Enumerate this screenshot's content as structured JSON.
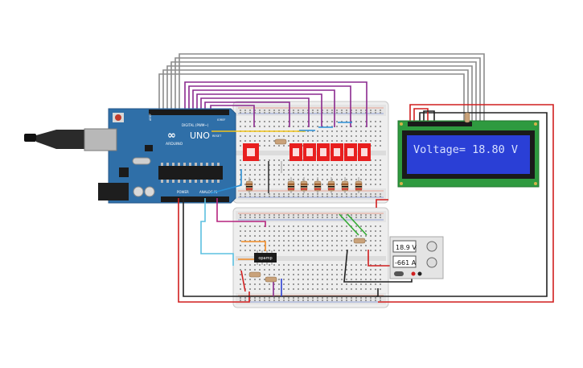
{
  "arduino": {
    "brand": "ARDUINO",
    "model": "UNO",
    "digital_label": "DIGITAL (PWM~)",
    "power_label": "POWER",
    "analog_label": "ANALOG IN",
    "aref_label": "AREF",
    "ioref_label": "IOREF",
    "reset_label": "RESET"
  },
  "lcd": {
    "text": "Voltage= 18.80 V"
  },
  "power_supply": {
    "voltage_readout": "18.9 V",
    "current_readout": "-661 A"
  },
  "opamp": {
    "label": "opamp"
  },
  "colors": {
    "pcb": "#2f6fa8",
    "lcd_board": "#2e9a3f",
    "lcd_screen": "#2a3fd6",
    "lcd_text": "#d7e0ff",
    "breadboard": "#efefef",
    "segment_red": "#e81e1e",
    "wire_red": "#d11f1f",
    "wire_black": "#222222",
    "wire_gray": "#8c8c8c",
    "wire_purple": "#8b2a8f",
    "wire_magenta": "#b5237f",
    "wire_green": "#33aa33",
    "wire_yellow": "#f0c419",
    "wire_orange": "#f08a24",
    "wire_blue": "#2a8fd6",
    "wire_cyan": "#5cc0e0"
  }
}
